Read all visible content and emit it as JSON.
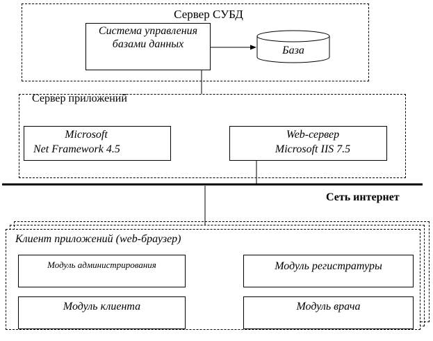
{
  "dbms_server": {
    "title": "Сервер СУБД",
    "dbms_line1": "Система управления",
    "dbms_line2": "базами данных",
    "database": "База"
  },
  "app_server": {
    "title": "Сервер приложений",
    "framework_line1": "Microsoft",
    "framework_line2": "Net Framework 4.5",
    "web_line1": "Web-сервер",
    "web_line2": "Microsoft IIS 7.5"
  },
  "network": {
    "label": "Сеть интернет"
  },
  "client": {
    "title": "Клиент приложений (web-браузер)",
    "modules": {
      "admin": "Модуль администрирования",
      "registry": "Модуль регистратуры",
      "client": "Модуль клиента",
      "doctor": "Модуль врача"
    }
  }
}
